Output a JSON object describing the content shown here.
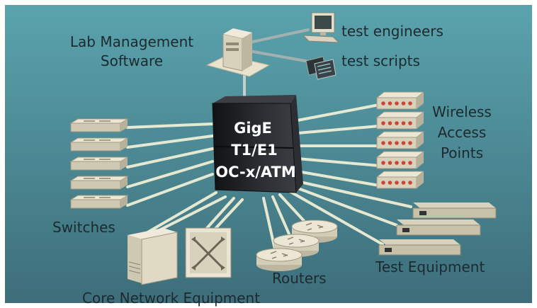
{
  "hub": {
    "lines": [
      "GigE",
      "T1/E1",
      "OC-x/ATM"
    ]
  },
  "labels": {
    "lab_management": [
      "Lab Management",
      "Software"
    ],
    "test_engineers": "test engineers",
    "test_scripts": "test scripts",
    "wireless": [
      "Wireless",
      "Access",
      "Points"
    ],
    "switches": "Switches",
    "routers": "Routers",
    "test_equipment": "Test Equipment",
    "core_network": "Core Network Equipment"
  },
  "colors": {
    "background_top": "#5aa3ad",
    "background_bottom": "#3d6e7a",
    "link": "#f4f2d8",
    "hub": "#1b1d20",
    "device_light": "#e6e1cd",
    "device_accent": "#c8463a"
  }
}
